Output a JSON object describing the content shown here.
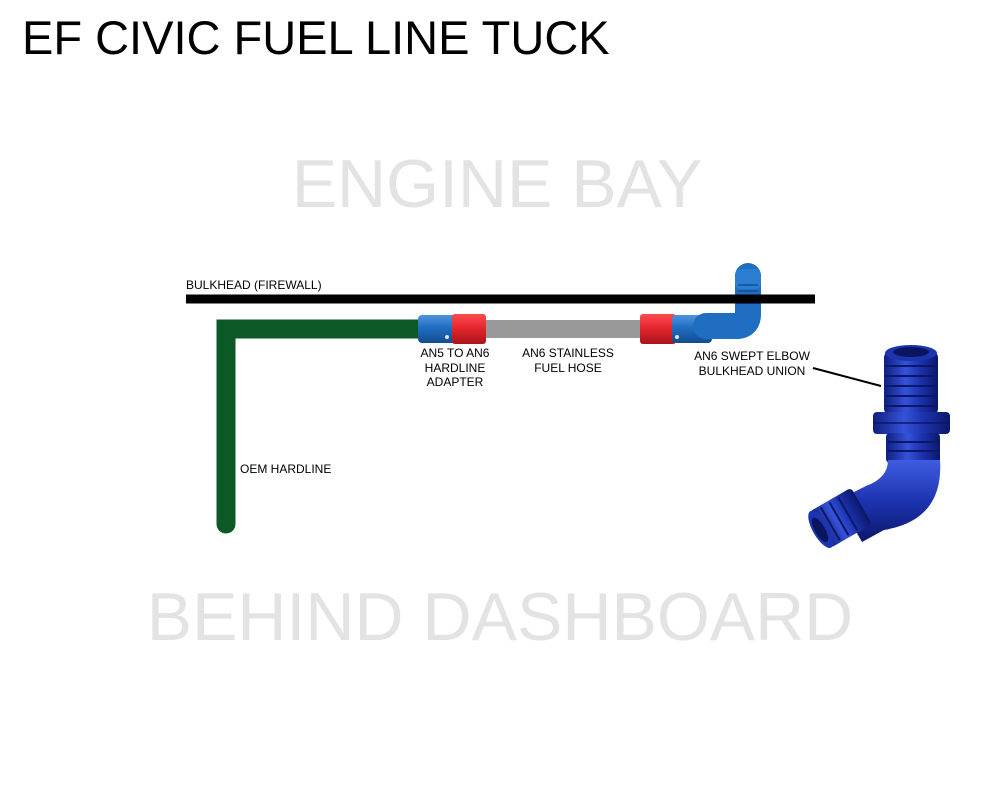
{
  "title": "EF CIVIC FUEL LINE TUCK",
  "zones": {
    "top": "ENGINE BAY",
    "bottom": "BEHIND DASHBOARD"
  },
  "labels": {
    "bulkhead": "BULKHEAD (FIREWALL)",
    "adapter": [
      "AN5 TO AN6",
      "HARDLINE",
      "ADAPTER"
    ],
    "hose": [
      "AN6 STAINLESS",
      "FUEL HOSE"
    ],
    "elbow": [
      "AN6 SWEPT ELBOW",
      "BULKHEAD UNION"
    ],
    "hardline": "OEM HARDLINE"
  },
  "colors": {
    "firewall": "#000000",
    "hardline": "#0b5a26",
    "fitting_blue": "#1f6ec1",
    "fitting_red": "#e2242b",
    "hose": "#999999",
    "elbow_blue": "#1a2fa8",
    "zone_text": "#e3e3e3"
  },
  "icons": {
    "elbow_fitting": "an-swept-elbow-bulkhead-fitting-icon"
  }
}
